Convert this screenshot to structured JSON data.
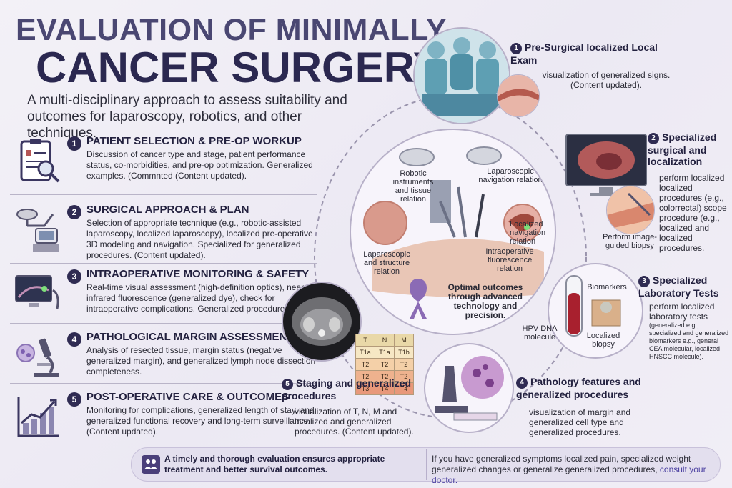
{
  "header": {
    "title_line1": "EVALUATION OF MINIMALLY",
    "title_line2": "CANCER SURGERY",
    "subtitle": "A multi-disciplinary approach to assess suitability and outcomes for laparoscopy, robotics, and other techniques."
  },
  "steps": [
    {
      "num": "1",
      "title": "PATIENT SELECTION & PRE-OP WORKUP",
      "body": "Discussion of cancer type and stage, patient performance status, co-morbidities, and pre-op optimization. Generalized examples. (Commnted (Content updated).",
      "icon": "clipboard-magnifier-icon"
    },
    {
      "num": "2",
      "title": "SURGICAL APPROACH & PLAN",
      "body": "Selection of appropriate technique (e.g., robotic-assisted laparoscopy, localized laparoscopy), localized pre-operative 3D modeling and navigation. Specialized for generalized procedures. (Content updated).",
      "icon": "surgical-robot-icon"
    },
    {
      "num": "3",
      "title": "INTRAOPERATIVE MONITORING & SAFETY",
      "body": "Real-time visual assessment (high-definition optics), near-infrared fluorescence (generalized dye), check for intraoperative complications. Generalized procedures.",
      "icon": "monitor-camera-icon"
    },
    {
      "num": "4",
      "title": "PATHOLOGICAL MARGIN ASSESSMENT",
      "body": "Analysis of resected tissue, margin status (negative generalized margin), and generalized lymph node dissection completeness.",
      "icon": "microscope-icon"
    },
    {
      "num": "5",
      "title": "POST-OPERATIVE CARE & OUTCOMES",
      "body": "Monitoring for complications, generalized length of stay, and generalized functional recovery and long-term surveillance. (Content updated).",
      "icon": "rising-chart-icon"
    }
  ],
  "center": {
    "labels": {
      "robotic": "Robotic instruments and tissue relation",
      "lap_nav": "Laparoscopic navigation relation",
      "loc_nav": "Localized navigation relation",
      "lap_struct": "Laparoscopic and structure relation",
      "fluor": "Intraoperative fluorescence relation",
      "optimal": "Optimal outcomes through advanced technology and precision."
    }
  },
  "right": {
    "r1": {
      "num": "1",
      "title": "Pre-Surgical localized Local Exam",
      "body": "visualization of generalized signs. (Content updated)."
    },
    "r2": {
      "num": "2",
      "title": "Specialized surgical and localization",
      "body": "perform localized localized procedures (e.g., colorrectal) scope procedure (e.g., localized and localized procedures.",
      "biopsy_label": "Perform image-guided biopsy"
    },
    "r3": {
      "num": "3",
      "title": "Specialized Laboratory Tests",
      "body": "perform localized laboratory tests",
      "small": "(generalized e.g., specialized and generalized biomarkers e.g., general CEA molecular, localized HNSCC molecule).",
      "biomarkers": "Biomarkers",
      "hpv": "HPV DNA molecule",
      "loc_biopsy": "Localized biopsy"
    },
    "r4": {
      "num": "4",
      "title": "Pathology features and generalized procedures",
      "body": "visualization of margin and generalized cell type and generalized procedures."
    },
    "r5": {
      "num": "5",
      "title": "Staging and generalized procedures",
      "body": "visualization of T, N, M and localized and generalized procedures. (Content updated)."
    }
  },
  "staging_table": {
    "header": [
      "T",
      "N",
      "M"
    ],
    "rows": [
      [
        "T1a",
        "T1a",
        "T1b"
      ],
      [
        "T2",
        "T2",
        "T2"
      ],
      [
        "T2",
        "T2",
        "T2"
      ],
      [
        "T3",
        "T4",
        "T4"
      ]
    ]
  },
  "footer": {
    "left": "A timely and thorough evaluation ensures appropriate treatment and better survival outcomes.",
    "right_prefix": "If you have generalized symptoms localized pain, specialized weight generalized changes or generalize generalized procedures,",
    "right_link": "consult your doctor."
  },
  "colors": {
    "title": "#2b2850",
    "accent": "#2f2b52",
    "link": "#4a3fa0",
    "ribbon": "#8b6bb5"
  }
}
